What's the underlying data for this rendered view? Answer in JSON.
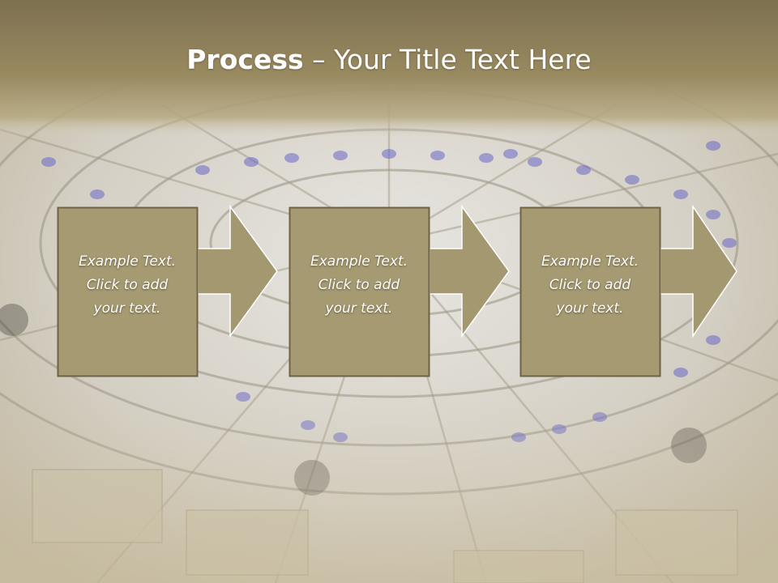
{
  "slide": {
    "title_bold": "Process",
    "title_rest": " – Your Title Text Here"
  },
  "colors": {
    "header_band": "#8a7a52",
    "box_fill": "#a59a72",
    "box_stroke": "#6e6244",
    "arrow_fill": "#a49870",
    "text": "#ffffff"
  },
  "steps": [
    {
      "lines": [
        "Example Text.",
        "Click  to add",
        "your text."
      ]
    },
    {
      "lines": [
        "Example Text.",
        "Click  to add",
        "your text."
      ]
    },
    {
      "lines": [
        "Example Text.",
        "Click  to add",
        "your text."
      ]
    }
  ]
}
